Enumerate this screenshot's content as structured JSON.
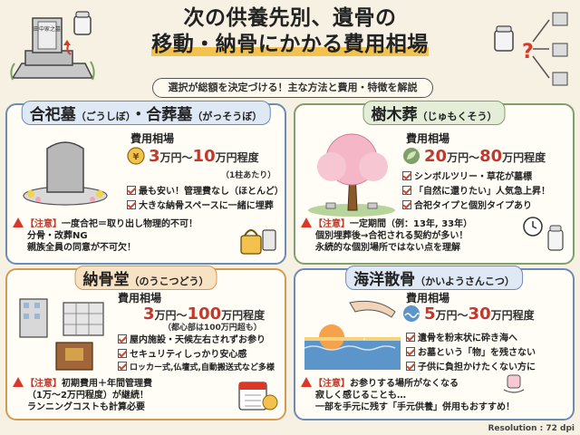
{
  "header": {
    "title_line1": "次の供養先別、遺骨の",
    "title_line2": "移動・納骨にかかる費用相場",
    "subtitle": "選択が総額を決定づける！主な方法と費用・特徴を解説",
    "grave_text": "田中家之墓"
  },
  "cards": {
    "goushi": {
      "title": "合祀墓",
      "title_reading": "（ごうしぼ）",
      "title2": "・合葬墓",
      "title2_reading": "（がっそうぼ）",
      "cost_label": "費用相場",
      "price_num1": "3",
      "price_unit1": "万円〜",
      "price_num2": "10",
      "price_unit2": "万円程度",
      "price_note": "（1柱あたり）",
      "features": [
        "最も安い！管理費なし（ほとんど）",
        "大きな納骨スペースに一緒に埋葬"
      ],
      "warning_tag": "【注意】",
      "warning_lines": [
        "一度合祀＝取り出し物理的不可！",
        "分骨・改葬NG",
        "親族全員の同意が不可欠！"
      ]
    },
    "jumoku": {
      "title": "樹木葬",
      "title_reading": "（じゅもくそう）",
      "cost_label": "費用相場",
      "price_num1": "20",
      "price_unit1": "万円〜",
      "price_num2": "80",
      "price_unit2": "万円程度",
      "features": [
        "シンボルツリー・草花が墓標",
        "「自然に還りたい」人気急上昇！",
        "合祀タイプと個別タイプあり"
      ],
      "warning_tag": "【注意】",
      "warning_lines": [
        "一定期間（例：13年, 33年）",
        "個別埋葬後→合祀される契約が多い！",
        "永続的な個別場所ではない点を理解"
      ]
    },
    "noukotsudo": {
      "title": "納骨堂",
      "title_reading": "（のうこつどう）",
      "cost_label": "費用相場",
      "price_num1": "3",
      "price_unit1": "万円〜",
      "price_num2": "100",
      "price_unit2": "万円程度",
      "price_note": "（都心部は100万円超も）",
      "features": [
        "屋内施設・天候左右されずお参り",
        "セキュリティしっかり安心感",
        "ロッカー式,仏壇式,自動搬送式など多様"
      ],
      "warning_tag": "【注意】",
      "warning_lines": [
        "初期費用＋年間管理費",
        "（1万〜2万円程度）が継続！",
        "ランニングコストも計算必要"
      ]
    },
    "kaiyo": {
      "title": "海洋散骨",
      "title_reading": "（かいようさんこつ）",
      "cost_label": "費用相場",
      "price_num1": "5",
      "price_unit1": "万円〜",
      "price_num2": "30",
      "price_unit2": "万円程度",
      "features": [
        "遺骨を粉末状に砕き海へ",
        "お墓という「物」を残さない",
        "子供に負担かけたくない方に"
      ],
      "warning_tag": "【注意】",
      "warning_lines": [
        "お参りする場所がなくなる",
        "寂しく感じることも…",
        "一部を手元に残す「手元供養」併用もおすすめ！"
      ]
    }
  },
  "footer": {
    "resolution": "Resolution : 72 dpi"
  },
  "colors": {
    "accent_red": "#c0392b",
    "highlight": "#f2c14e",
    "blue": "#6c8bb5",
    "green": "#7ea06a",
    "orange": "#d59a52"
  }
}
